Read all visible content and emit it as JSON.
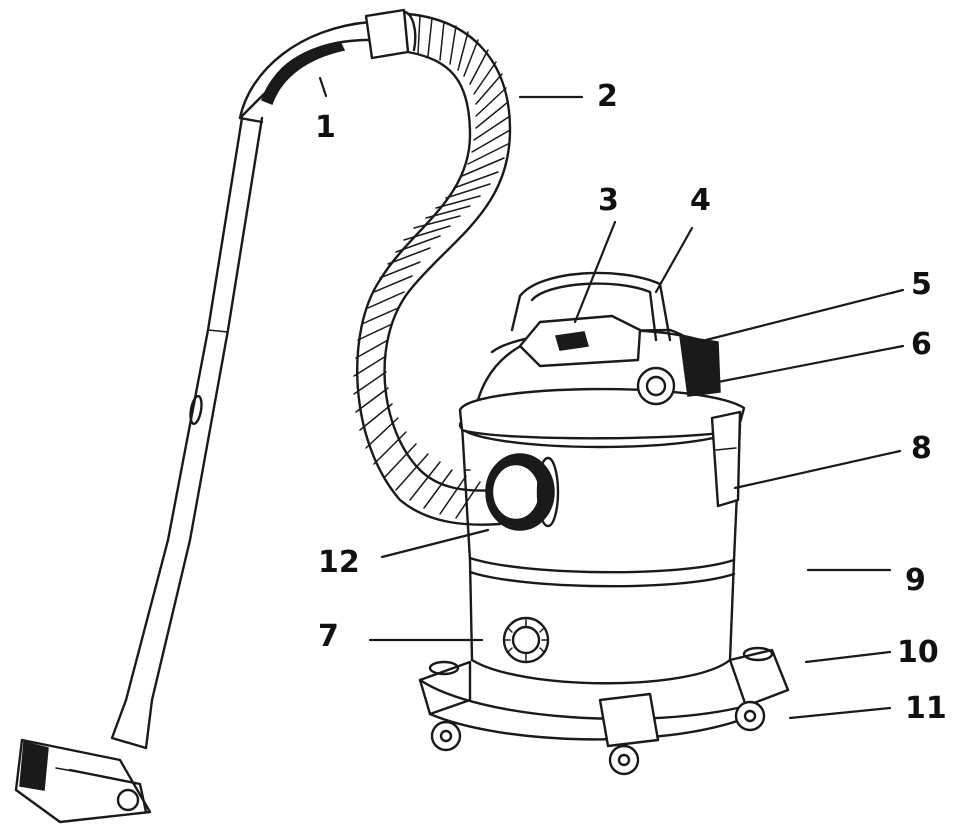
{
  "diagram": {
    "labels": [
      {
        "id": "1",
        "text": "1"
      },
      {
        "id": "2",
        "text": "2"
      },
      {
        "id": "3",
        "text": "3"
      },
      {
        "id": "4",
        "text": "4"
      },
      {
        "id": "5",
        "text": "5"
      },
      {
        "id": "6",
        "text": "6"
      },
      {
        "id": "7",
        "text": "7"
      },
      {
        "id": "8",
        "text": "8"
      },
      {
        "id": "9",
        "text": "9"
      },
      {
        "id": "10",
        "text": "10"
      },
      {
        "id": "11",
        "text": "11"
      },
      {
        "id": "12",
        "text": "12"
      }
    ],
    "line_color": "#1a1a1a",
    "background": "#ffffff"
  }
}
